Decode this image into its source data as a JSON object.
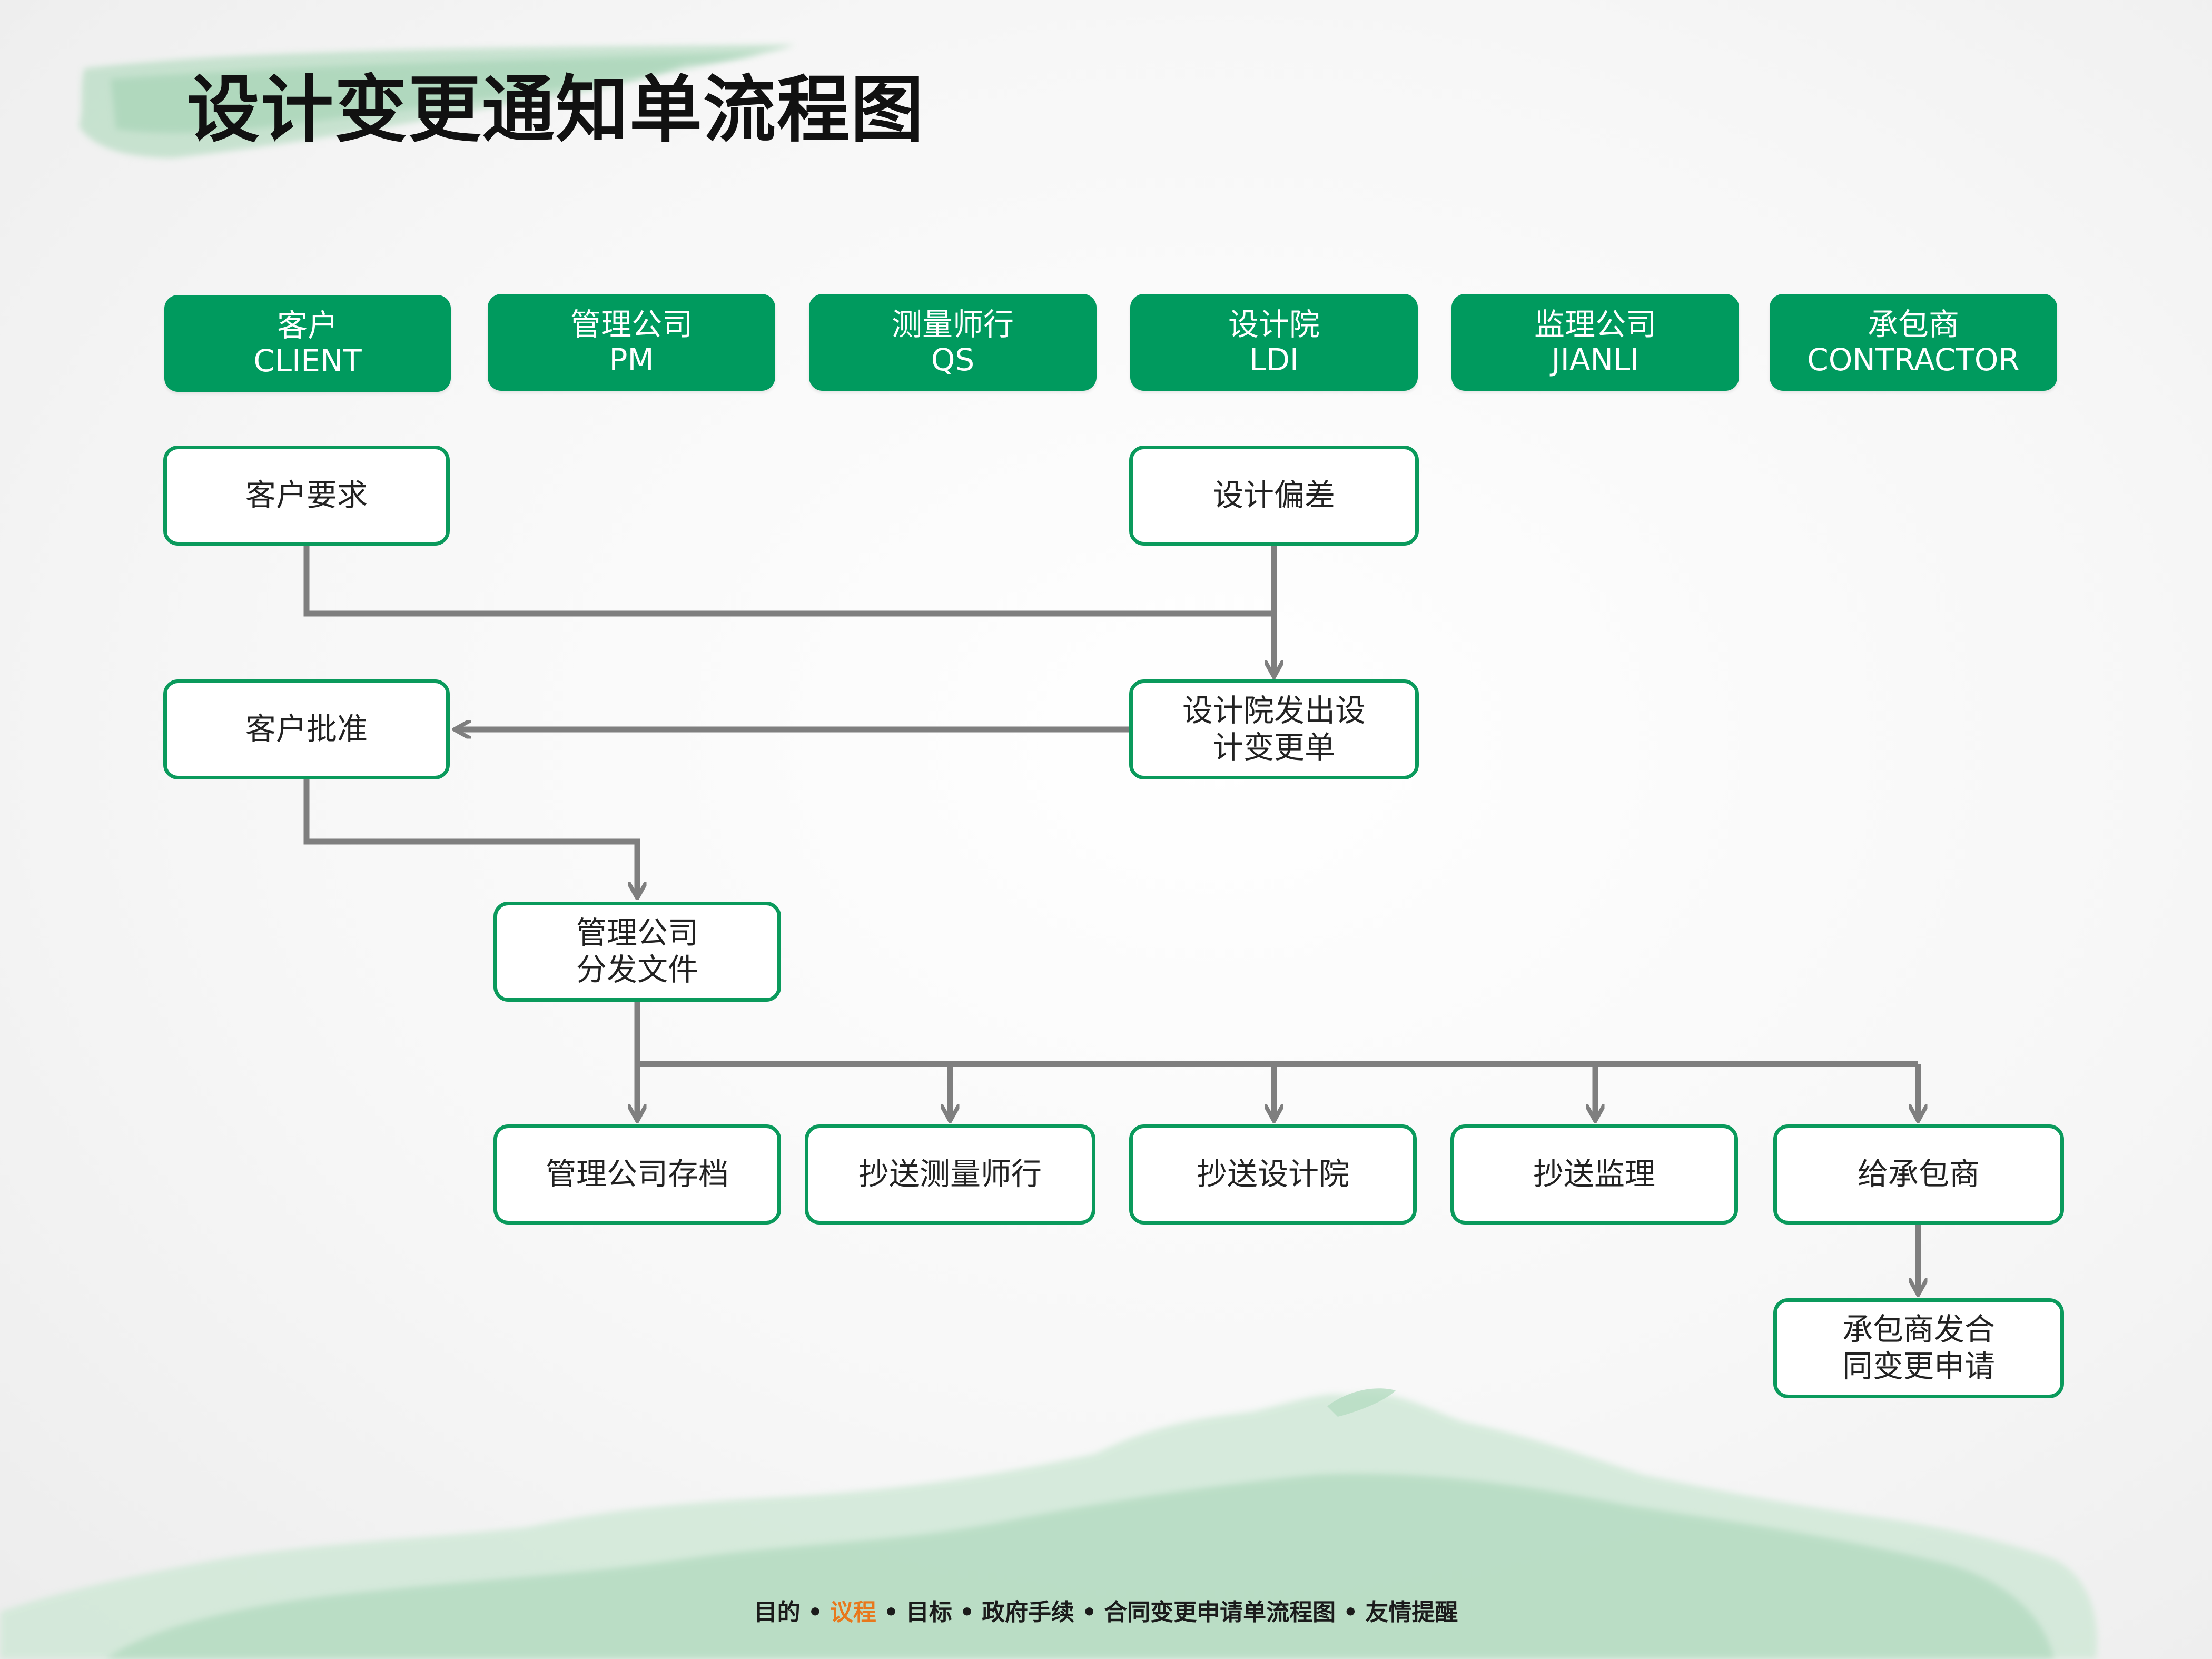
{
  "title": "设计变更通知单流程图",
  "lanes": [
    {
      "line1": "客户",
      "line2": "CLIENT"
    },
    {
      "line1": "管理公司",
      "line2": "PM"
    },
    {
      "line1": "测量师行",
      "line2": "QS"
    },
    {
      "line1": "设计院",
      "line2": "LDI"
    },
    {
      "line1": "监理公司",
      "line2": "JIANLI"
    },
    {
      "line1": "承包商",
      "line2": "CONTRACTOR"
    }
  ],
  "nodes": {
    "client_request": [
      "客户要求"
    ],
    "design_deviation": [
      "设计偏差"
    ],
    "ldi_issue_change": [
      "设计院发出设",
      "计变更单"
    ],
    "client_approval": [
      "客户批准"
    ],
    "pm_distribute": [
      "管理公司",
      "分发文件"
    ],
    "pm_archive": [
      "管理公司存档"
    ],
    "copy_qs": [
      "抄送测量师行"
    ],
    "copy_ldi": [
      "抄送设计院"
    ],
    "copy_jianli": [
      "抄送监理"
    ],
    "to_contractor": [
      "给承包商"
    ],
    "contractor_request": [
      "承包商发合",
      "同变更申请"
    ]
  },
  "footer_nav": [
    {
      "label": "目的",
      "active": false
    },
    {
      "label": "议程",
      "active": true
    },
    {
      "label": "目标",
      "active": false
    },
    {
      "label": "政府手续",
      "active": false
    },
    {
      "label": "合同变更申请单流程图",
      "active": false
    },
    {
      "label": "友情提醒",
      "active": false
    }
  ],
  "colors": {
    "brand_green": "#009a5e",
    "connector_gray": "#7f7f7f",
    "active_nav": "#e8781c"
  }
}
